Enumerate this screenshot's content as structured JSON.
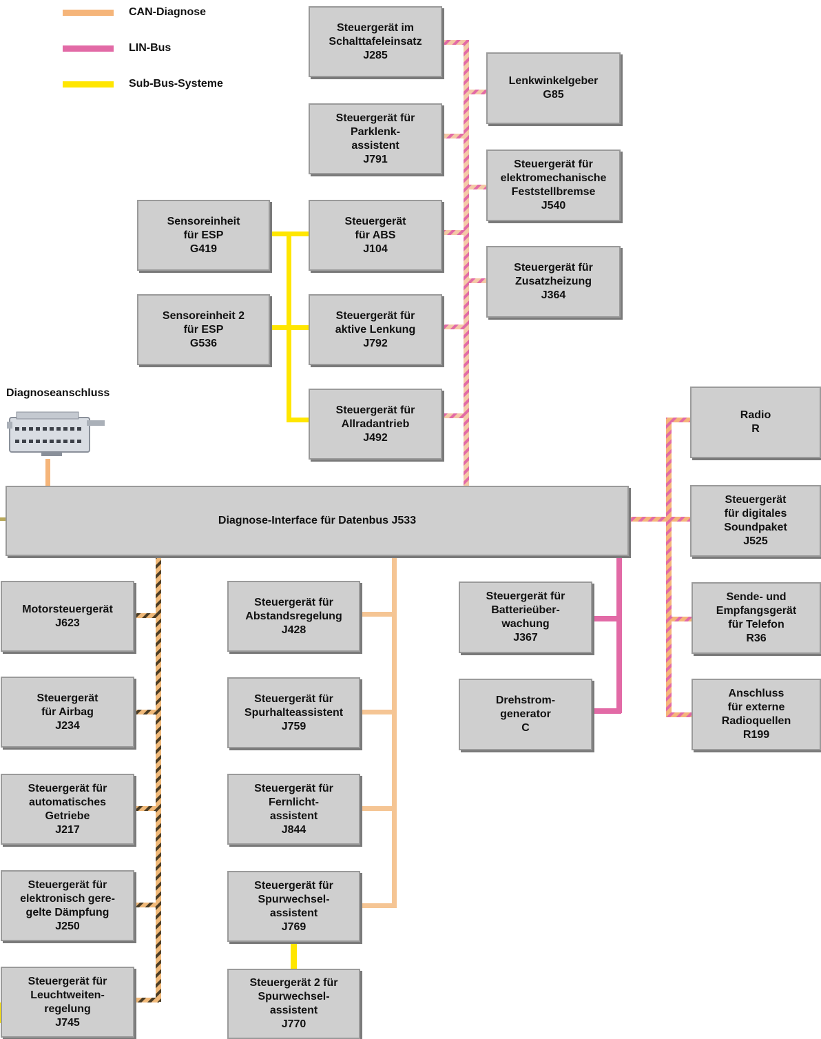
{
  "legend": [
    {
      "label": "CAN-Diagnose",
      "color": "#f5b57a"
    },
    {
      "label": "LIN-Bus",
      "color": "#e26aa6"
    },
    {
      "label": "Sub-Bus-Systeme",
      "color": "#ffe600"
    }
  ],
  "diagnose_port": {
    "label": "Diagnoseanschluss",
    "icon": "obd-connector-icon"
  },
  "gateway": {
    "label": "Diagnose-Interface für Datenbus J533"
  },
  "units": {
    "j285": [
      "Steuergerät im",
      "Schalttafeleinsatz",
      "J285"
    ],
    "j791": [
      "Steuergerät für",
      "Parklenk-",
      "assistent",
      "J791"
    ],
    "j104": [
      "Steuergerät",
      "für ABS",
      "J104"
    ],
    "j792": [
      "Steuergerät für",
      "aktive Lenkung",
      "J792"
    ],
    "j492": [
      "Steuergerät für",
      "Allradantrieb",
      "J492"
    ],
    "g85": [
      "Lenkwinkelgeber",
      "G85"
    ],
    "j540": [
      "Steuergerät für",
      "elektromechanische",
      "Feststellbremse",
      "J540"
    ],
    "j364": [
      "Steuergerät für",
      "Zusatzheizung",
      "J364"
    ],
    "g419": [
      "Sensoreinheit",
      "für ESP",
      "G419"
    ],
    "g536": [
      "Sensoreinheit 2",
      "für ESP",
      "G536"
    ],
    "r": [
      "Radio",
      "R"
    ],
    "j525": [
      "Steuergerät",
      "für digitales",
      "Soundpaket",
      "J525"
    ],
    "r36": [
      "Sende- und",
      "Empfangsgerät",
      "für Telefon",
      "R36"
    ],
    "r199": [
      "Anschluss",
      "für externe",
      "Radioquellen",
      "R199"
    ],
    "j367": [
      "Steuergerät für",
      "Batterieüber-",
      "wachung",
      "J367"
    ],
    "c": [
      "Drehstrom-",
      "generator",
      "C"
    ],
    "j623": [
      "Motorsteuergerät",
      "J623"
    ],
    "j234": [
      "Steuergerät",
      "für Airbag",
      "J234"
    ],
    "j217": [
      "Steuergerät für",
      "automatisches",
      "Getriebe",
      "J217"
    ],
    "j250": [
      "Steuergerät für",
      "elektronisch gere-",
      "gelte Dämpfung",
      "J250"
    ],
    "j745": [
      "Steuergerät für",
      "Leuchtweiten-",
      "regelung",
      "J745"
    ],
    "j428": [
      "Steuergerät für",
      "Abstandsregelung",
      "J428"
    ],
    "j759": [
      "Steuergerät für",
      "Spurhalteassistent",
      "J759"
    ],
    "j844": [
      "Steuergerät für",
      "Fernlicht-",
      "assistent",
      "J844"
    ],
    "j769": [
      "Steuergerät für",
      "Spurwechsel-",
      "assistent",
      "J769"
    ],
    "j770": [
      "Steuergerät 2 für",
      "Spurwechsel-",
      "assistent",
      "J770"
    ]
  },
  "colors": {
    "box_fill": "#cfcfcf",
    "box_border": "#9a9a9a",
    "can_pink_stripe": "#e26aa6",
    "can_orange_stripe": "#f5b57a",
    "can_dark_stripe": "#5a4a2a"
  }
}
